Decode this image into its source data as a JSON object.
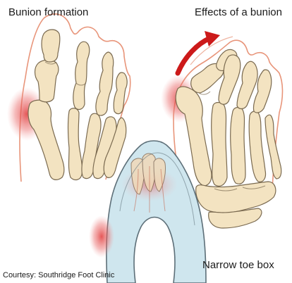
{
  "captions": {
    "left": "Bunion formation",
    "right": "Effects of a bunion",
    "bottom": "Narrow toe box"
  },
  "credit": "Courtesy: Southridge Foot Clinic",
  "colors": {
    "bone_fill": "#f3e3c1",
    "bone_outline": "#7a6a50",
    "skin_outline": "#e8957a",
    "inflammation": "#e04848",
    "arrow": "#cc1a1a",
    "shoe_fill": "#cfe6ee",
    "shoe_outline": "#5d6f78"
  }
}
